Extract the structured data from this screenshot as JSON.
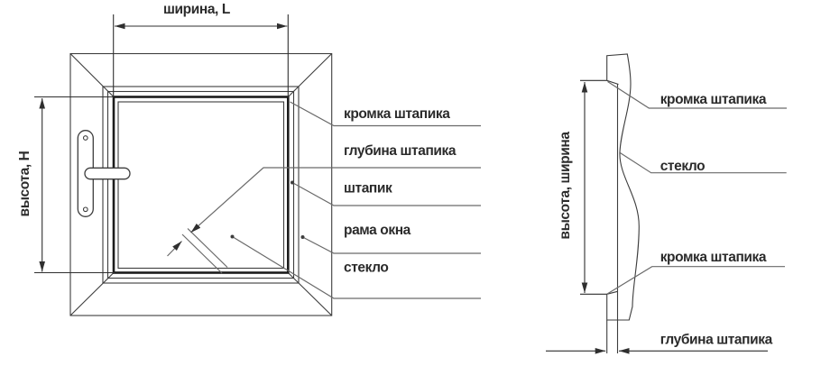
{
  "front_view": {
    "dim_width": "ширина, L",
    "dim_height": "высота, H",
    "callouts": [
      "кромка штапика",
      "глубина штапика",
      "штапик",
      "рама окна",
      "стекло"
    ]
  },
  "side_view": {
    "dim_height": "высота, ширина",
    "callout_bead_edge_top": "кромка штапика",
    "callout_glass": "стекло",
    "callout_bead_edge_bottom": "кромка штапика",
    "callout_bead_depth": "глубина штапика"
  },
  "colors": {
    "background": "#ffffff",
    "line": "#3d3d3d",
    "bead_edge": "#1c1c1c",
    "leader": "#6a6a6a",
    "text": "#2b2b2b"
  }
}
